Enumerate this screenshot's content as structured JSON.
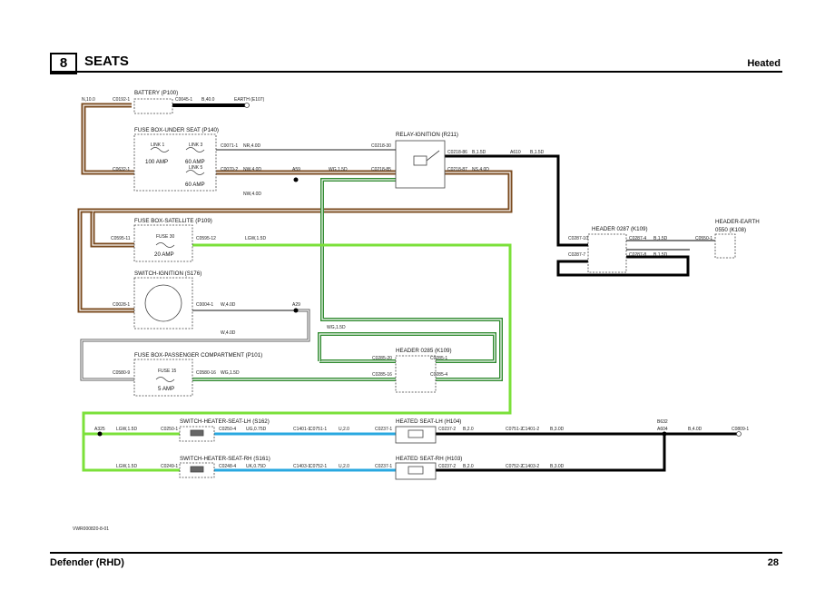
{
  "header": {
    "section_number": "8",
    "section_title": "SEATS",
    "right_title": "Heated"
  },
  "footer": {
    "left": "Defender (RHD)",
    "right": "28"
  },
  "doc_id": "VWR000820-8-01",
  "components": {
    "battery": "BATTERY (P100)",
    "fuse_under_seat": "FUSE BOX-UNDER SEAT (P140)",
    "link1": "LINK 1",
    "link1_amp": "100 AMP",
    "link3": "LINK 3",
    "link3_amp": "60 AMP",
    "link5": "LINK 5",
    "link5_amp": "60 AMP",
    "relay": "RELAY-IGNITION (R211)",
    "fuse_satellite": "FUSE BOX-SATELLITE (P109)",
    "fuse30": "FUSE 30",
    "fuse30_amp": "20 AMP",
    "switch_ign": "SWITCH-IGNITION (S176)",
    "fuse_passenger": "FUSE BOX-PASSENGER COMPARTMENT (P101)",
    "fuse15": "FUSE 15",
    "fuse15_amp": "5 AMP",
    "header0287": "HEADER 0287 (K109)",
    "header_earth": "HEADER-EARTH",
    "header_earth2": "0550 (K108)",
    "header0285": "HEADER 0285 (K109)",
    "sw_lh": "SWITCH-HEATER-SEAT-LH (S162)",
    "sw_rh": "SWITCH-HEATER-SEAT-RH (S161)",
    "seat_lh": "HEATED SEAT-LH (H104)",
    "seat_rh": "HEATED SEAT-RH (H103)",
    "earth": "EARTH (E107)"
  },
  "connectors": {
    "c0192": "C0192-1",
    "c0045": "C0045-1",
    "c0071": "C0071-1",
    "c0070": "C0070-2",
    "c0632": "C0632-1",
    "c0218_30": "C0218-30",
    "c0218_85": "C0218-85",
    "c0218_86": "C0218-86",
    "c0218_87": "C0218-87",
    "c0595_11": "C0595-11",
    "c0595_12": "C0595-12",
    "c0028": "C0028-1",
    "c0004": "C0004-1",
    "c0580_9": "C0580-9",
    "c0580_16": "C0580-16",
    "c0287_10": "C0287-10",
    "c0287_4": "C0287-4",
    "c0287_7": "C0287-7",
    "c0287_8": "C0287-8",
    "c0550": "C0550-1",
    "c0285_20": "C0285-20",
    "c0285_1": "C0285-1",
    "c0285_16": "C0285-16",
    "c0285_4": "C0285-4",
    "c0250": "C0250-1",
    "c0250_4": "C0250-4",
    "c1401_1": "C1401-1",
    "c0751_1": "C0751-1",
    "c0237_1a": "C0237-1",
    "c0237_2a": "C0237-2",
    "c0751_2": "C0751-2",
    "c1401_2": "C1401-2",
    "c0809": "C0809-1",
    "c0249": "C0249-1",
    "c0248_4": "C0248-4",
    "c1403_1": "C1403-1",
    "c0752_1": "C0752-1",
    "c0237_1b": "C0237-1",
    "c0237_2b": "C0237-2",
    "c0752_2": "C0752-2",
    "c1403_2": "C1403-2"
  },
  "wires": {
    "n100": "N,10.0",
    "b40": "B,40.0",
    "nr40": "NR,4.0D",
    "nw40": "NW,4.0D",
    "nw40b": "NW,4.0D",
    "a59": "A59",
    "wg15": "WG,1.5D",
    "b15": "B,1.5D",
    "a610": "A610",
    "b15b": "B,1.5D",
    "ns40": "NS,4.0D",
    "lgw15": "LGW,1.5D",
    "w40": "W,4.0D",
    "a29": "A29",
    "w40b": "W,4.0D",
    "wg15b": "WG,1.5D",
    "wg15c": "WG,1.5D",
    "b15c": "B,1.5D",
    "b15d": "B,1.5D",
    "a325": "A325",
    "lgw15b": "LGW,1.5D",
    "lgw15c": "LGW,1.5D",
    "ug075": "UG,0.75D",
    "u20": "U,2.0",
    "b20": "B,2.0",
    "b30": "B,3.0D",
    "b632": "B632",
    "a604": "A604",
    "b40d": "B,4.0D",
    "uk075": "UK,0.75D",
    "u20b": "U,2.0",
    "b20b": "B,2.0",
    "b30b": "B,3.0D"
  }
}
